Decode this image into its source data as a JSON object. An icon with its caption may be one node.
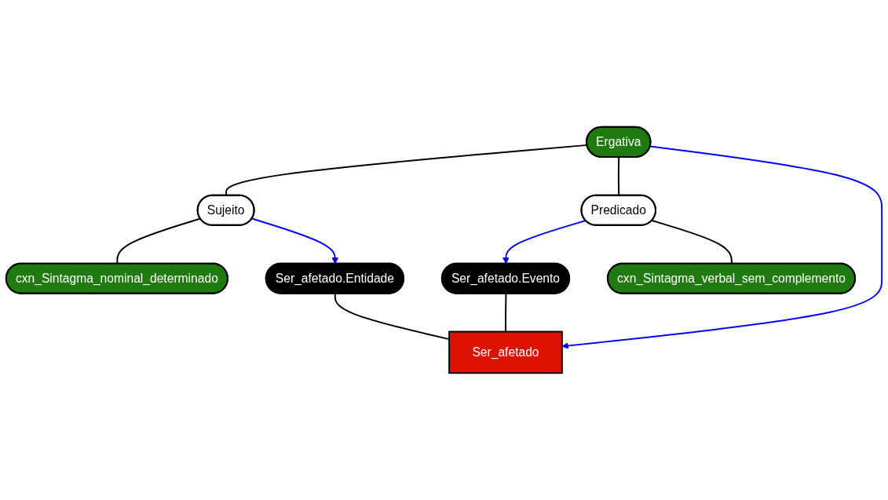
{
  "diagram": {
    "nodes": [
      {
        "text": [
          "Ergativa"
        ]
      },
      {
        "text": [
          "Sujeito"
        ]
      },
      {
        "text": [
          "Predicado"
        ]
      },
      {
        "text": [
          "cxn_Sintagma_nominal_determinado"
        ]
      },
      {
        "text": [
          "cxn_Sintagma_verbal_sem_complemento"
        ]
      },
      {
        "text": [
          "Ser_afetado.Entidade"
        ]
      },
      {
        "text": [
          "Ser_afetado.Evento"
        ]
      },
      {
        "text": [
          "Ser_afetado"
        ]
      }
    ],
    "edges": [
      {
        "from": 0,
        "to": 1,
        "arrow": "none"
      },
      {
        "from": 0,
        "to": 2,
        "arrow": "none"
      },
      {
        "from": 0,
        "to": 7,
        "arrow": "to",
        "color": "#0000ff"
      },
      {
        "from": 1,
        "to": 3,
        "arrow": "none"
      },
      {
        "from": 1,
        "to": 5,
        "arrow": "to",
        "color": "#0000ff"
      },
      {
        "from": 2,
        "to": 6,
        "arrow": "to",
        "color": "#0000ff"
      },
      {
        "from": 2,
        "to": 4,
        "arrow": "none"
      },
      {
        "from": 5,
        "to": 7,
        "arrow": "none"
      },
      {
        "from": 6,
        "to": 7,
        "arrow": "none"
      }
    ]
  }
}
